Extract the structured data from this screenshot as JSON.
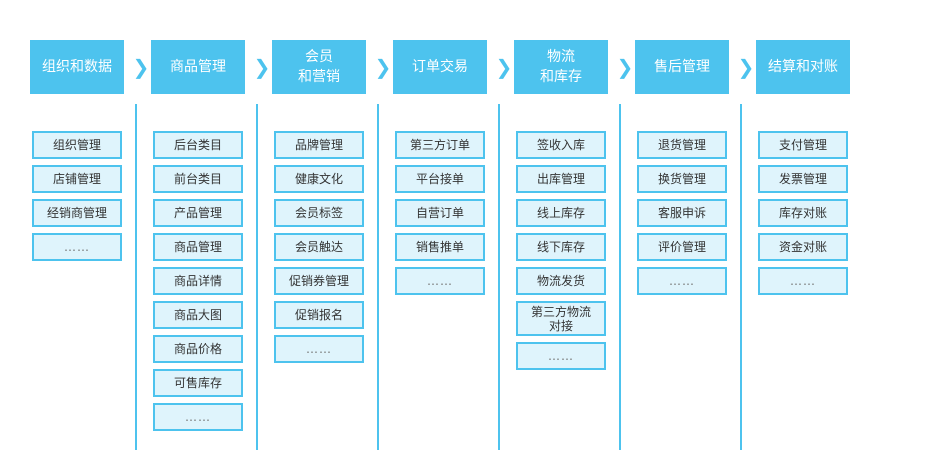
{
  "columns": [
    {
      "title": "组织和数据",
      "items": [
        "组织管理",
        "店铺管理",
        "经销商管理",
        "……"
      ]
    },
    {
      "title": "商品管理",
      "items": [
        "后台类目",
        "前台类目",
        "产品管理",
        "商品管理",
        "商品详情",
        "商品大图",
        "商品价格",
        "可售库存",
        "……"
      ]
    },
    {
      "title": "会员\n和营销",
      "items": [
        "品牌管理",
        "健康文化",
        "会员标签",
        "会员触达",
        "促销券管理",
        "促销报名",
        "……"
      ]
    },
    {
      "title": "订单交易",
      "items": [
        "第三方订单",
        "平台接单",
        "自营订单",
        "销售推单",
        "……"
      ]
    },
    {
      "title": "物流\n和库存",
      "items": [
        "签收入库",
        "出库管理",
        "线上库存",
        "线下库存",
        "物流发货",
        "第三方物流\n对接",
        "……"
      ]
    },
    {
      "title": "售后管理",
      "items": [
        "退货管理",
        "换货管理",
        "客服申诉",
        "评价管理",
        "……"
      ]
    },
    {
      "title": "结算和对账",
      "items": [
        "支付管理",
        "发票管理",
        "库存对账",
        "资金对账",
        "……"
      ]
    }
  ]
}
